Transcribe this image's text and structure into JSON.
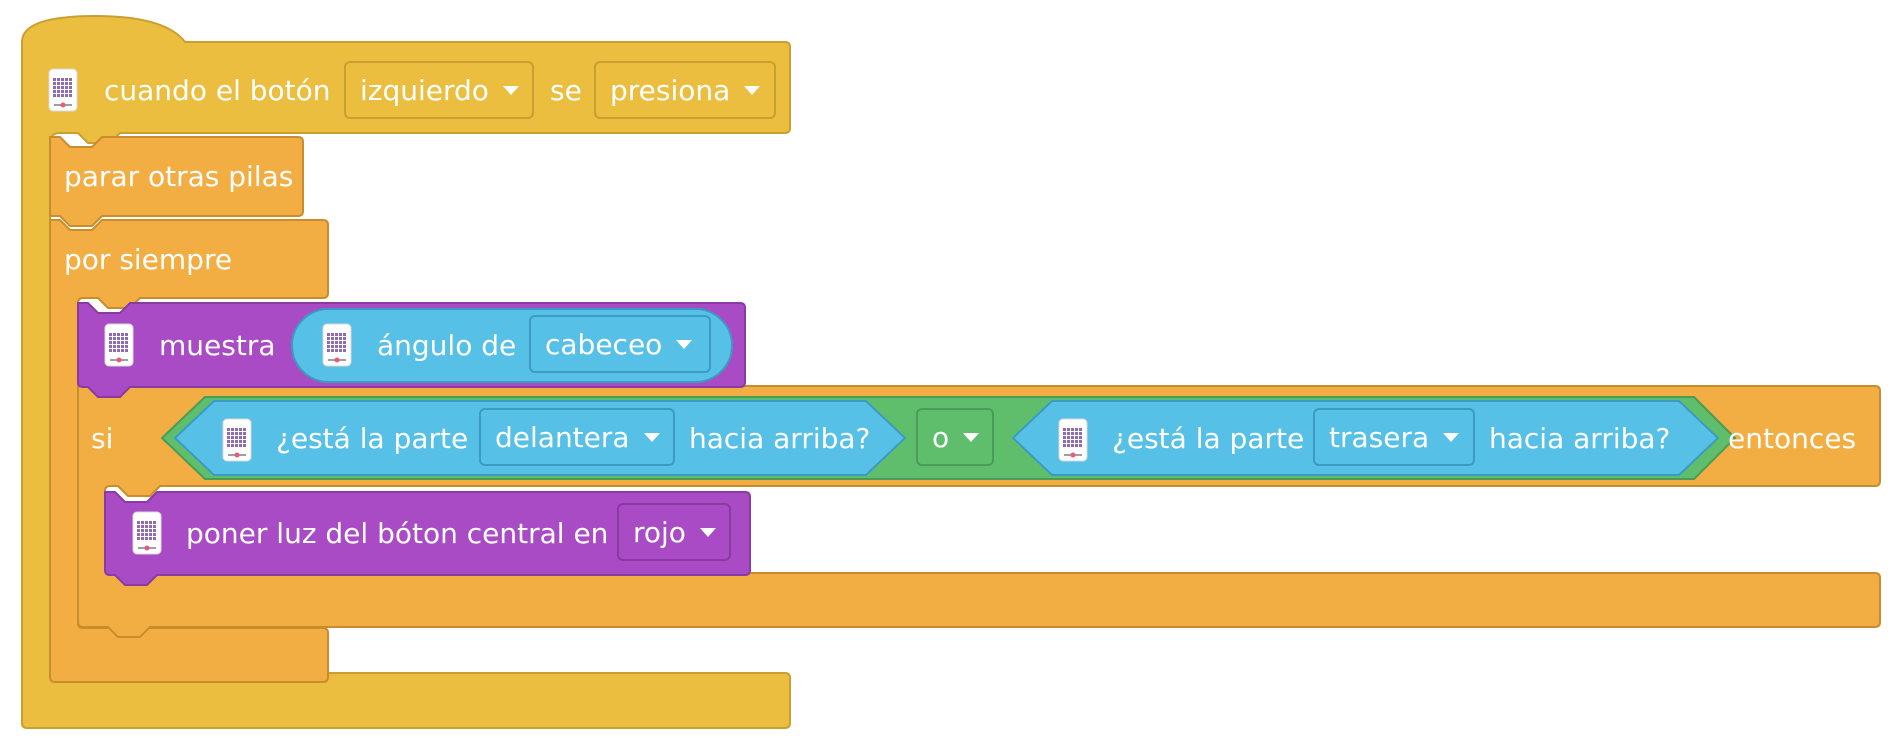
{
  "colors": {
    "event": "#ECBE40",
    "event_border": "#C9A030",
    "control": "#F2AE42",
    "control_border": "#C98D2E",
    "display": "#A94BC5",
    "display_border": "#8A3AA3",
    "sensing": "#56C0E6",
    "sensing_border": "#3C9BC0",
    "operator": "#5FBE6C",
    "operator_border": "#4A9C56",
    "hub_body": "#ffffff",
    "hub_matrix": "#8F6CB0"
  },
  "event_block": {
    "prefix": "cuando el botón",
    "button_value": "izquierdo",
    "middle": "se",
    "action_value": "presiona",
    "icon": "hub-icon"
  },
  "stop_block": {
    "label": "parar otras pilas"
  },
  "forever_block": {
    "label": "por siempre"
  },
  "display_block": {
    "label": "muestra",
    "reporter": {
      "label": "ángulo de",
      "value": "cabeceo",
      "icon": "hub-icon"
    },
    "icon": "hub-icon"
  },
  "if_block": {
    "prefix": "si",
    "suffix": "entonces",
    "condition_left": {
      "label": "¿está la parte",
      "value": "delantera",
      "suffix": "hacia arriba?",
      "icon": "hub-icon"
    },
    "operator": {
      "value": "o"
    },
    "condition_right": {
      "label": "¿está la parte",
      "value": "trasera",
      "suffix": "hacia arriba?",
      "icon": "hub-icon"
    }
  },
  "light_block": {
    "label": "poner luz del bóton central en",
    "value": "rojo",
    "icon": "hub-icon"
  }
}
